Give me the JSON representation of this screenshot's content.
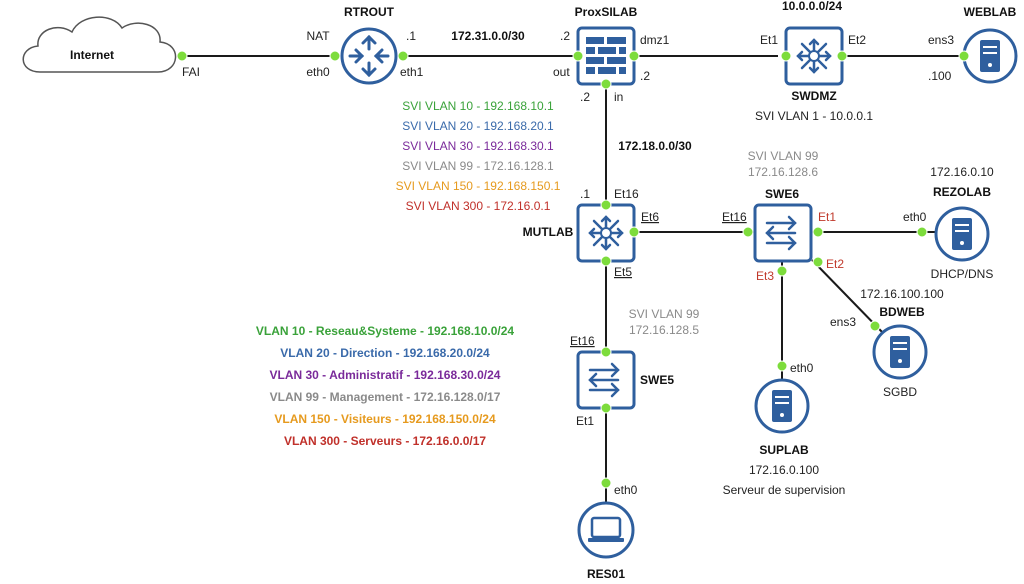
{
  "colors": {
    "device": "#2f5f9e",
    "port": "#7ddc3c",
    "vlan10": "#3aa23a",
    "vlan20": "#3a6aaa",
    "vlan30": "#7a2a9a",
    "vlan99": "#8a8a8a",
    "vlan150": "#e69a1e",
    "vlan300": "#c0302a",
    "port_red": "#c0392b"
  },
  "cloud": {
    "label": "Internet",
    "port": "FAI"
  },
  "rtrout": {
    "name": "RTROUT",
    "nat": "NAT",
    "eth0": "eth0",
    "eth1": "eth1",
    "ip": ".1"
  },
  "net_rt_prox": "172.31.0.0/30",
  "proxsilab": {
    "name": "ProxSILAB",
    "ip_out": ".2",
    "out": "out",
    "dmz1": "dmz1",
    "ip_dmz": ".2",
    "ip_in": ".2",
    "in": "in"
  },
  "net_dmz": "10.0.0.0/24",
  "swdmz": {
    "name": "SWDMZ",
    "et1": "Et1",
    "et2": "Et2",
    "svi": "SVI VLAN 1 - 10.0.0.1"
  },
  "weblab": {
    "name": "WEBLAB",
    "port": "ens3",
    "ip": ".100"
  },
  "mutlab_svis": [
    {
      "text": "SVI VLAN 10 - 192.168.10.1",
      "color": "#3aa23a"
    },
    {
      "text": "SVI VLAN 20 - 192.168.20.1",
      "color": "#3a6aaa"
    },
    {
      "text": "SVI VLAN 30 - 192.168.30.1",
      "color": "#7a2a9a"
    },
    {
      "text": "SVI VLAN 99 - 172.16.128.1",
      "color": "#8a8a8a"
    },
    {
      "text": "SVI VLAN 150 - 192.168.150.1",
      "color": "#e69a1e"
    },
    {
      "text": "SVI VLAN 300 - 172.16.0.1",
      "color": "#c0302a"
    }
  ],
  "net_prox_mut": "172.18.0.0/30",
  "mutlab": {
    "name": "MUTLAB",
    "ip": ".1",
    "et16": "Et16",
    "et6": "Et6",
    "et5": "Et5"
  },
  "swe6": {
    "name": "SWE6",
    "svi1": "SVI VLAN 99",
    "svi2": "172.16.128.6",
    "et16": "Et16",
    "et1": "Et1",
    "et2": "Et2",
    "et3": "Et3"
  },
  "rezolab": {
    "name": "REZOLAB",
    "ip": "172.16.0.10",
    "port": "eth0",
    "role": "DHCP/DNS"
  },
  "bdweb": {
    "name": "BDWEB",
    "ip": "172.16.100.100",
    "port": "ens3",
    "role": "SGBD"
  },
  "suplab": {
    "name": "SUPLAB",
    "port": "eth0",
    "ip": "172.16.0.100",
    "role": "Serveur de supervision"
  },
  "swe5": {
    "name": "SWE5",
    "svi1": "SVI VLAN 99",
    "svi2": "172.16.128.5",
    "et16": "Et16",
    "et1": "Et1"
  },
  "res01": {
    "name": "RES01",
    "port": "eth0"
  },
  "vlan_legend": [
    {
      "text": "VLAN 10 - Reseau&Systeme - 192.168.10.0/24",
      "color": "#3aa23a"
    },
    {
      "text": "VLAN 20 - Direction - 192.168.20.0/24",
      "color": "#3a6aaa"
    },
    {
      "text": "VLAN 30 - Administratif - 192.168.30.0/24",
      "color": "#7a2a9a"
    },
    {
      "text": "VLAN 99 - Management - 172.16.128.0/17",
      "color": "#8a8a8a"
    },
    {
      "text": "VLAN 150 - Visiteurs - 192.168.150.0/24",
      "color": "#e69a1e"
    },
    {
      "text": "VLAN 300 - Serveurs - 172.16.0.0/17",
      "color": "#c0302a"
    }
  ]
}
